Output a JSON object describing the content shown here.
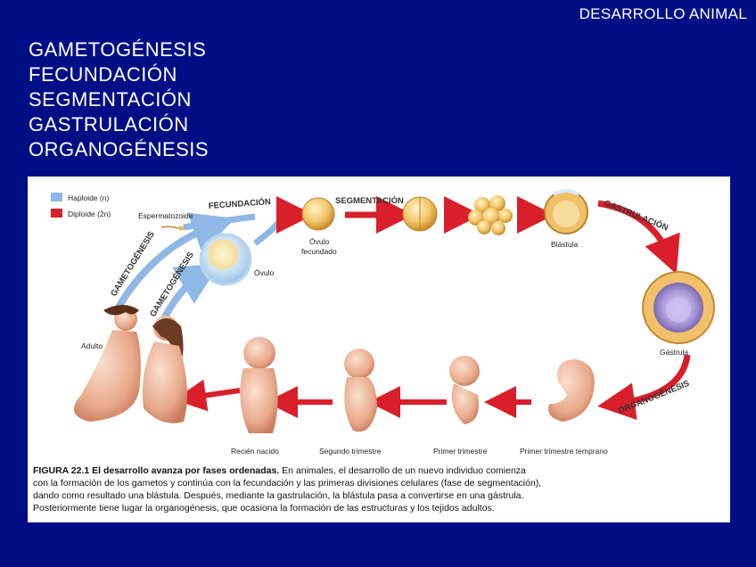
{
  "header": {
    "corner_title": "DESARROLLO ANIMAL"
  },
  "topics": [
    "GAMETOGÉNESIS",
    "FECUNDACIÓN",
    "SEGMENTACIÓN",
    "GASTRULACIÓN",
    "ORGANOGÉNESIS"
  ],
  "figure": {
    "legend": [
      {
        "label": "Haploide (n)",
        "color": "#8fb8e6"
      },
      {
        "label": "Diploide (2n)",
        "color": "#d81f2a"
      }
    ],
    "phases": {
      "fecundacion": "FECUNDACIÓN",
      "segmentacion": "SEGMENTACIÓN",
      "gastrulacion": "GASTRULACIÓN",
      "organogenesis": "ORGANOGÉNESIS",
      "gametogenesis": "GAMETOGÉNESIS"
    },
    "labels": {
      "espermatozoide": "Espermatozoide",
      "ovulo": "Óvulo",
      "ovulo_fecundado_1": "Óvulo",
      "ovulo_fecundado_2": "fecundado",
      "blastula": "Blástula",
      "gastrula": "Gástrula",
      "adulto": "Adulto",
      "recien_nacido": "Recién nacido",
      "segundo_trimestre": "Segundo trimestre",
      "primer_trimestre": "Primer trimestre",
      "primer_trimestre_temprano": "Primer trimestre temprano"
    },
    "caption": {
      "bold": "FIGURA 22.1  El desarrollo avanza por fases ordenadas.",
      "line1": " En animales, el desarrollo de un nuevo individuo comienza",
      "line2": "con la formación de los gametos y continúa con la fecundación y las primeras divisiones celulares (fase de segmentación),",
      "line3": "dando como resultado una blástula. Después, mediante la gastrulación, la blástula pasa a convertirse en una gástrula.",
      "line4": "Posteriormente tiene lugar la organogénesis, que ocasiona la formación de las estructuras y los tejidos adultos."
    }
  }
}
